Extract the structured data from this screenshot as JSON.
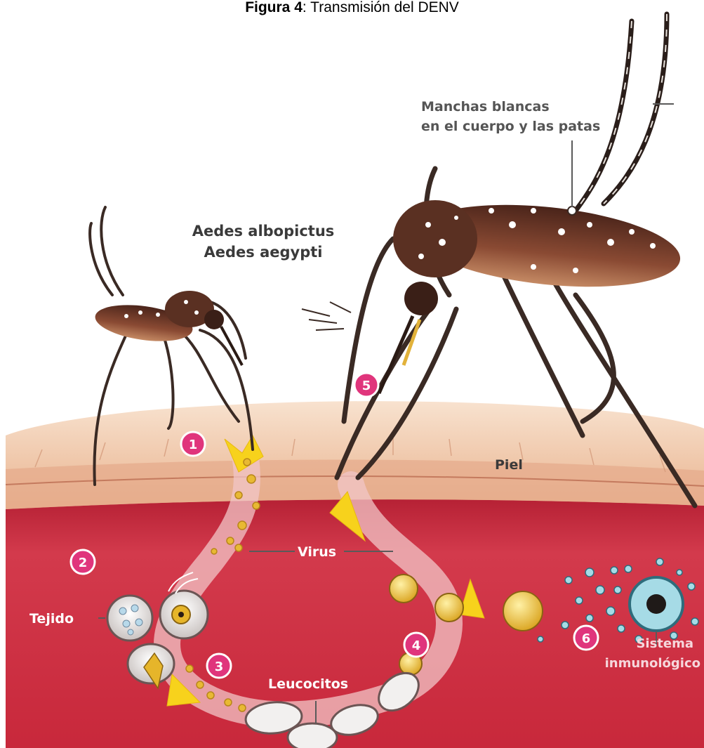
{
  "caption": {
    "bold": "Figura 4",
    "rest": ": Transmisión del DENV"
  },
  "labels": {
    "species_1": "Aedes albopictus",
    "species_2": "Aedes aegypti",
    "spots_1": "Manchas blancas",
    "spots_2": "en el cuerpo y las patas",
    "skin": "Piel",
    "virus": "Virus",
    "tissue": "Tejido",
    "leukocytes": "Leucocitos",
    "immune_1": "Sistema",
    "immune_2": "inmunológico"
  },
  "steps": [
    "1",
    "2",
    "3",
    "4",
    "5",
    "6"
  ],
  "colors": {
    "step_badge": "#e0357c",
    "blood": "#c8283b",
    "skin": "#f2c7a3",
    "mosquito": "#6b3a2a",
    "virus": "#e8b933",
    "arrow": "#f7d21c"
  }
}
